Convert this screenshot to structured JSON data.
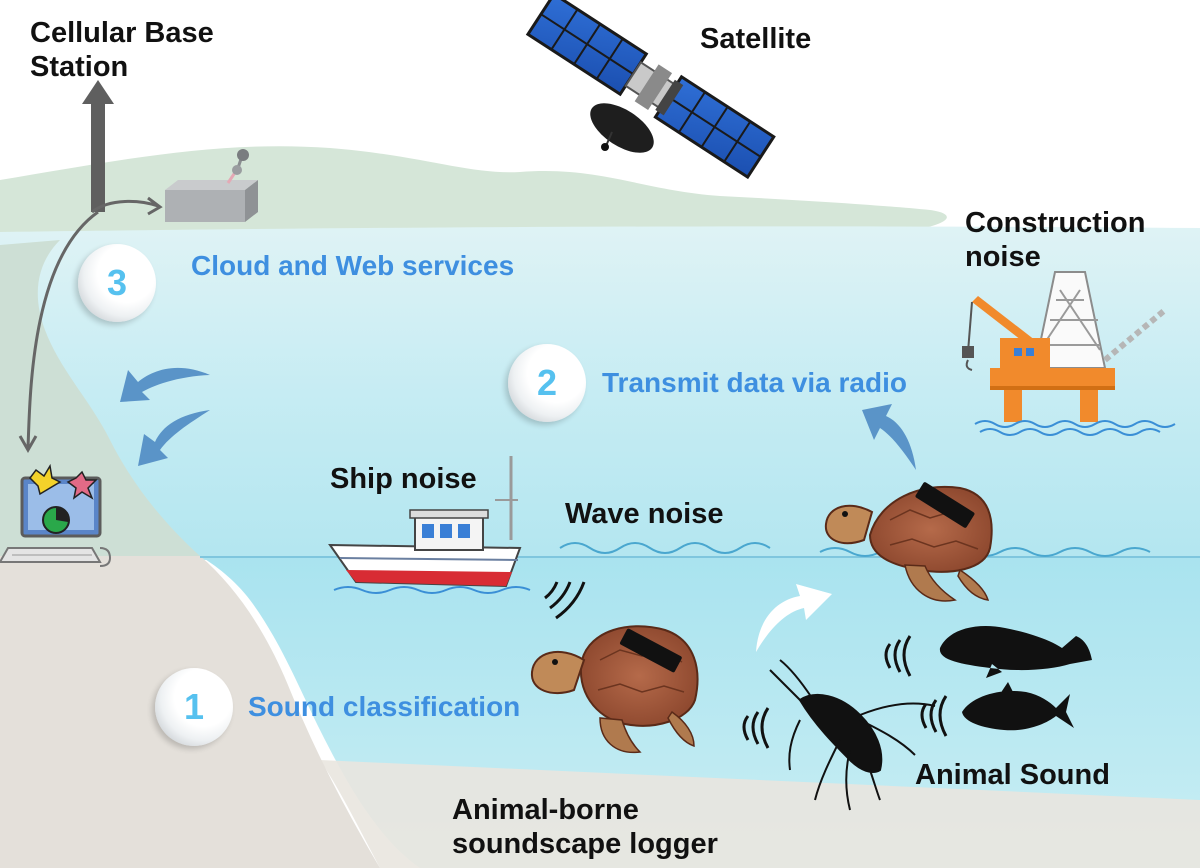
{
  "labels": {
    "cellular_base_station": "Cellular Base Station",
    "satellite": "Satellite",
    "construction_noise": "Construction noise",
    "cloud_web_services": "Cloud and Web services",
    "transmit_radio": "Transmit data via radio",
    "ship_noise": "Ship noise",
    "wave_noise": "Wave noise",
    "sound_classification": "Sound classification",
    "animal_sound": "Animal Sound",
    "logger": "Animal-borne soundscape logger"
  },
  "steps": {
    "one": "1",
    "two": "2",
    "three": "3"
  },
  "colors": {
    "sky": "#ffffff",
    "land_far": "#d6e5d8",
    "sea": "#bde8f1",
    "sea_deep": "#a6e2ee",
    "seabed": "#e6e2dc",
    "cliff": "#cbdcd3",
    "label_blue": "#3e8fe0",
    "step_number": "#56c1ef",
    "arrow_blue": "#5a94c8",
    "platform_orange": "#f18a2c",
    "turtle_shell": "#a0563a",
    "silhouette": "#111111"
  },
  "icons": [
    "cellular-tower-icon",
    "cellular-base-box-icon",
    "satellite-icon",
    "oil-platform-icon",
    "computer-icon",
    "boat-icon",
    "sea-turtle-icon",
    "data-logger-icon",
    "dugong-icon",
    "fish-icon",
    "lobster-icon",
    "sound-waves-icon",
    "curved-arrow-icon"
  ]
}
